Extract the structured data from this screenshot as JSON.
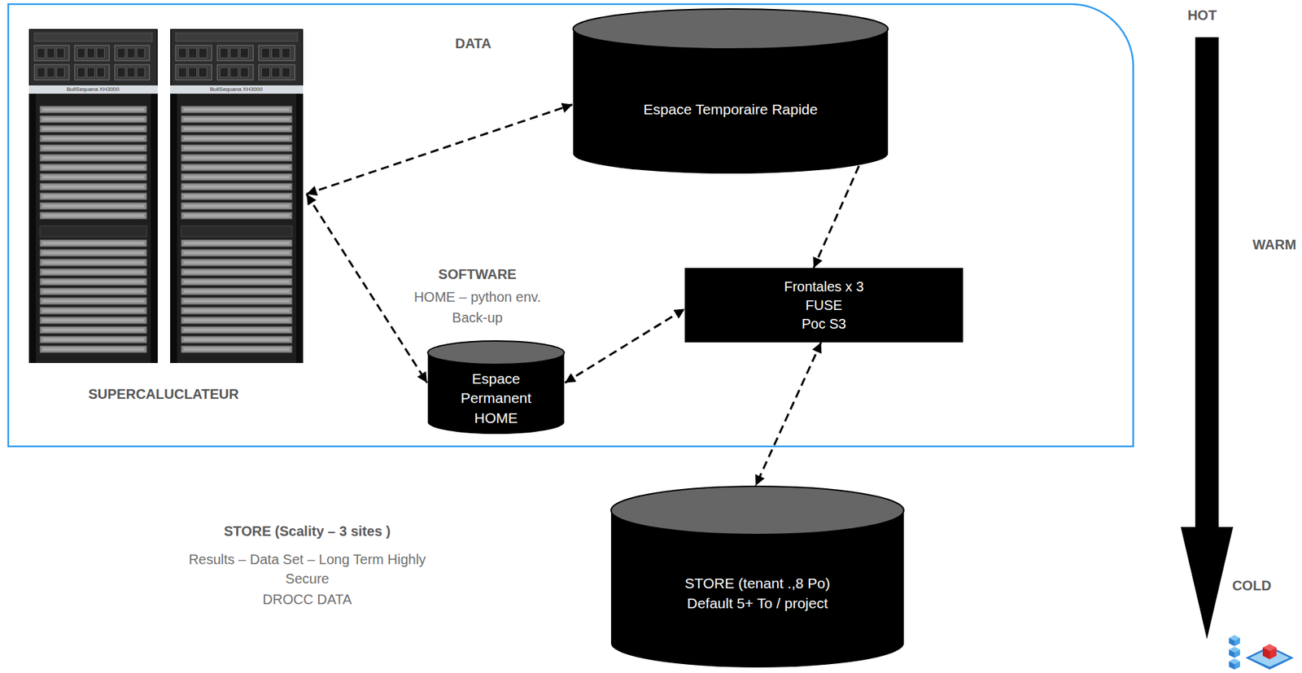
{
  "diagram": {
    "nodes": [
      {
        "text": [
          "SUPERCALUCLATEUR"
        ]
      },
      {
        "text": [
          "Espace Temporaire Rapide"
        ]
      },
      {
        "text": [
          "Espace Permanent HOME"
        ]
      },
      {
        "text": [
          "Frontales x 3",
          "FUSE",
          "Poc S3"
        ]
      },
      {
        "text": [
          "STORE (tenant .,8 Po)",
          "Default 5+ To / project"
        ]
      }
    ],
    "edges": [
      {
        "from": 0,
        "to": 1,
        "arrow": "both"
      },
      {
        "from": 0,
        "to": 2,
        "arrow": "both"
      },
      {
        "from": 1,
        "to": 3,
        "arrow": "to"
      },
      {
        "from": 2,
        "to": 3,
        "arrow": "both"
      },
      {
        "from": 3,
        "to": 4,
        "arrow": "both"
      }
    ],
    "labels": [
      "DATA",
      "SOFTWARE",
      "HOME – python env.",
      "Back-up",
      "STORE (Scality – 3 sites )",
      "Results – Data Set – Long Term Highly Secure",
      "DROCC DATA",
      "HOT",
      "WARM",
      "COLD",
      "BullSequana XH3000",
      "BullSequana XH3000"
    ]
  }
}
